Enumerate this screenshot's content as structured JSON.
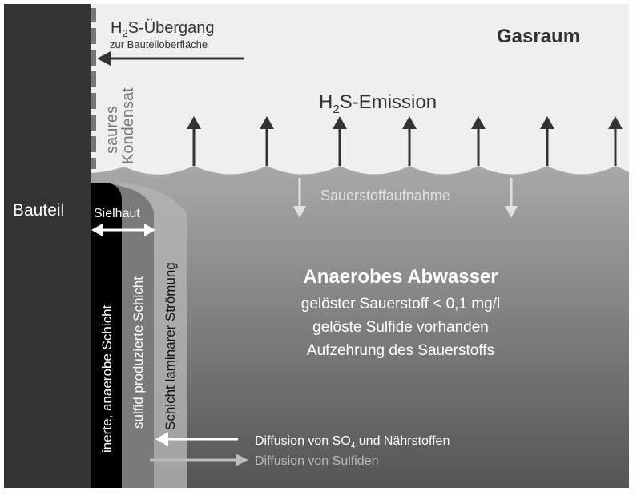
{
  "labels": {
    "h2s_uebergang_pre": "H",
    "h2s_uebergang_sub": "2",
    "h2s_uebergang_post": "S-Übergang",
    "h2s_uebergang_sub_label": "zur Bauteiloberfläche",
    "gasraum": "Gasraum",
    "saures": "saures",
    "kondensat": "Kondensat",
    "emission_pre": "H",
    "emission_sub": "2",
    "emission_post": "S-Emission",
    "sauerstoffaufnahme": "Sauerstoffaufnahme",
    "bauteil": "Bauteil",
    "sielhaut": "Sielhaut",
    "inerte_schicht": "inerte, anaerobe Schicht",
    "sulfid_schicht": "sulfid produzierte Schicht",
    "laminar_schicht": "Schicht laminarer Strömung",
    "abwasser_title": "Anaerobes Abwasser",
    "abwasser_line1": "gelöster Sauerstoff < 0,1 mg/l",
    "abwasser_line2": "gelöste Sulfide vorhanden",
    "abwasser_line3": "Aufzehrung des Sauerstoffs",
    "diffusion_so4_pre": "Diffusion von SO",
    "diffusion_so4_sub": "4",
    "diffusion_so4_post": " und Nährstoffen",
    "diffusion_sulfide": "Diffusion von Sulfiden"
  },
  "colors": {
    "bauteil": "#333333",
    "gas": "#efefef",
    "water_top": "#a9a9a9",
    "water_bottom": "#555555",
    "inert_layer": "#000000",
    "sulfid_layer": "#7a7a7a",
    "laminar_layer": "#a8a8a8"
  }
}
